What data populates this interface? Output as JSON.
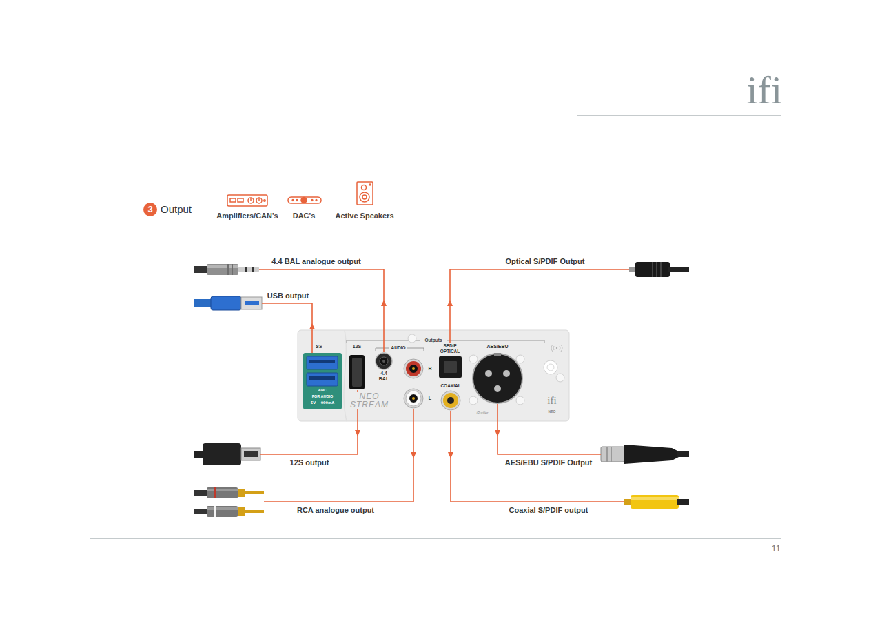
{
  "diagram": {
    "title": "Output",
    "nodes": [
      {
        "text": [
          "3"
        ]
      },
      {
        "text": [
          "Outputs",
          "NEO STREAM"
        ]
      },
      {
        "text": [
          "ANC",
          "FOR AUDIO",
          "5V ⎓ 900mA"
        ],
        "in": 1
      },
      {
        "text": [
          "12S"
        ],
        "in": 1
      },
      {
        "text": [
          "4.4 BAL"
        ],
        "in": 1
      },
      {
        "text": [
          "R"
        ],
        "in": 1
      },
      {
        "text": [
          "L"
        ],
        "in": 1
      },
      {
        "text": [
          "SPDIF OPTICAL"
        ],
        "in": 1
      },
      {
        "text": [
          "COAXIAL"
        ],
        "in": 1
      },
      {
        "text": [
          "AES/EBU"
        ],
        "in": 1
      },
      {
        "text": [
          "4.4 BAL analogue output"
        ]
      },
      {
        "text": [
          "USB output"
        ]
      },
      {
        "text": [
          "12S output"
        ]
      },
      {
        "text": [
          "RCA analogue output"
        ]
      },
      {
        "text": [
          "Optical S/PDIF Output"
        ]
      },
      {
        "text": [
          "AES/EBU S/PDIF Output"
        ]
      },
      {
        "text": [
          "Coaxial S/PDIF output"
        ]
      }
    ],
    "edges": [
      {
        "from": 4,
        "to": 10,
        "arrow": "to"
      },
      {
        "from": 2,
        "to": 11,
        "arrow": "to"
      },
      {
        "from": 3,
        "to": 12,
        "arrow": "to"
      },
      {
        "from": 6,
        "to": 13,
        "arrow": "to"
      },
      {
        "from": 7,
        "to": 14,
        "arrow": "to"
      },
      {
        "from": 9,
        "to": 15,
        "arrow": "to"
      },
      {
        "from": 8,
        "to": 16,
        "arrow": "to"
      }
    ],
    "labels": [
      "Amplifiers/CAN's",
      "DAC's",
      "Active Speakers",
      "ifi",
      "SS",
      "AUDIO",
      "ifi",
      "NEO",
      "iPurifier",
      "11"
    ]
  }
}
